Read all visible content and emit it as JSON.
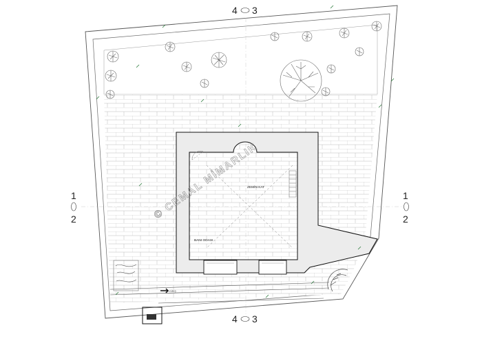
{
  "axes": {
    "top_left": "4",
    "top_right": "3",
    "bottom_left": "4",
    "bottom_right": "3",
    "left_top": "1",
    "left_bottom": "2",
    "right_top": "1",
    "right_bottom": "2"
  },
  "rooms": {
    "main_hall": "ZEMİN KAT",
    "bath": "BANI ODASI"
  },
  "entrance_label": "GİRİŞ",
  "watermark": "© CEMAL MİMARLIK"
}
